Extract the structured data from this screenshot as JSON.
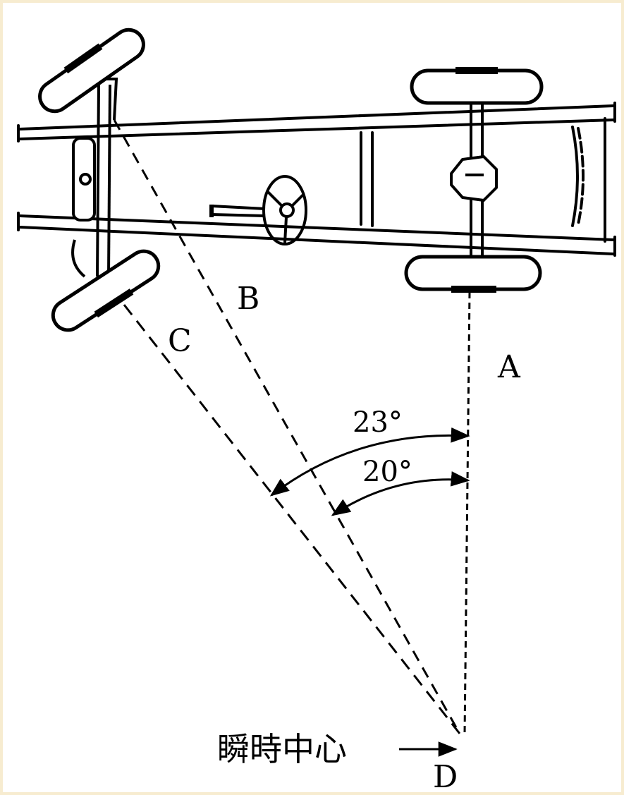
{
  "colors": {
    "background": "#ffffff",
    "ink": "#000000",
    "border": "#f7ecd0"
  },
  "labels": {
    "a": "A",
    "b": "B",
    "c": "C",
    "d": "D",
    "angle_outer": "23°",
    "angle_inner": "20°",
    "center": "瞬時中心"
  }
}
